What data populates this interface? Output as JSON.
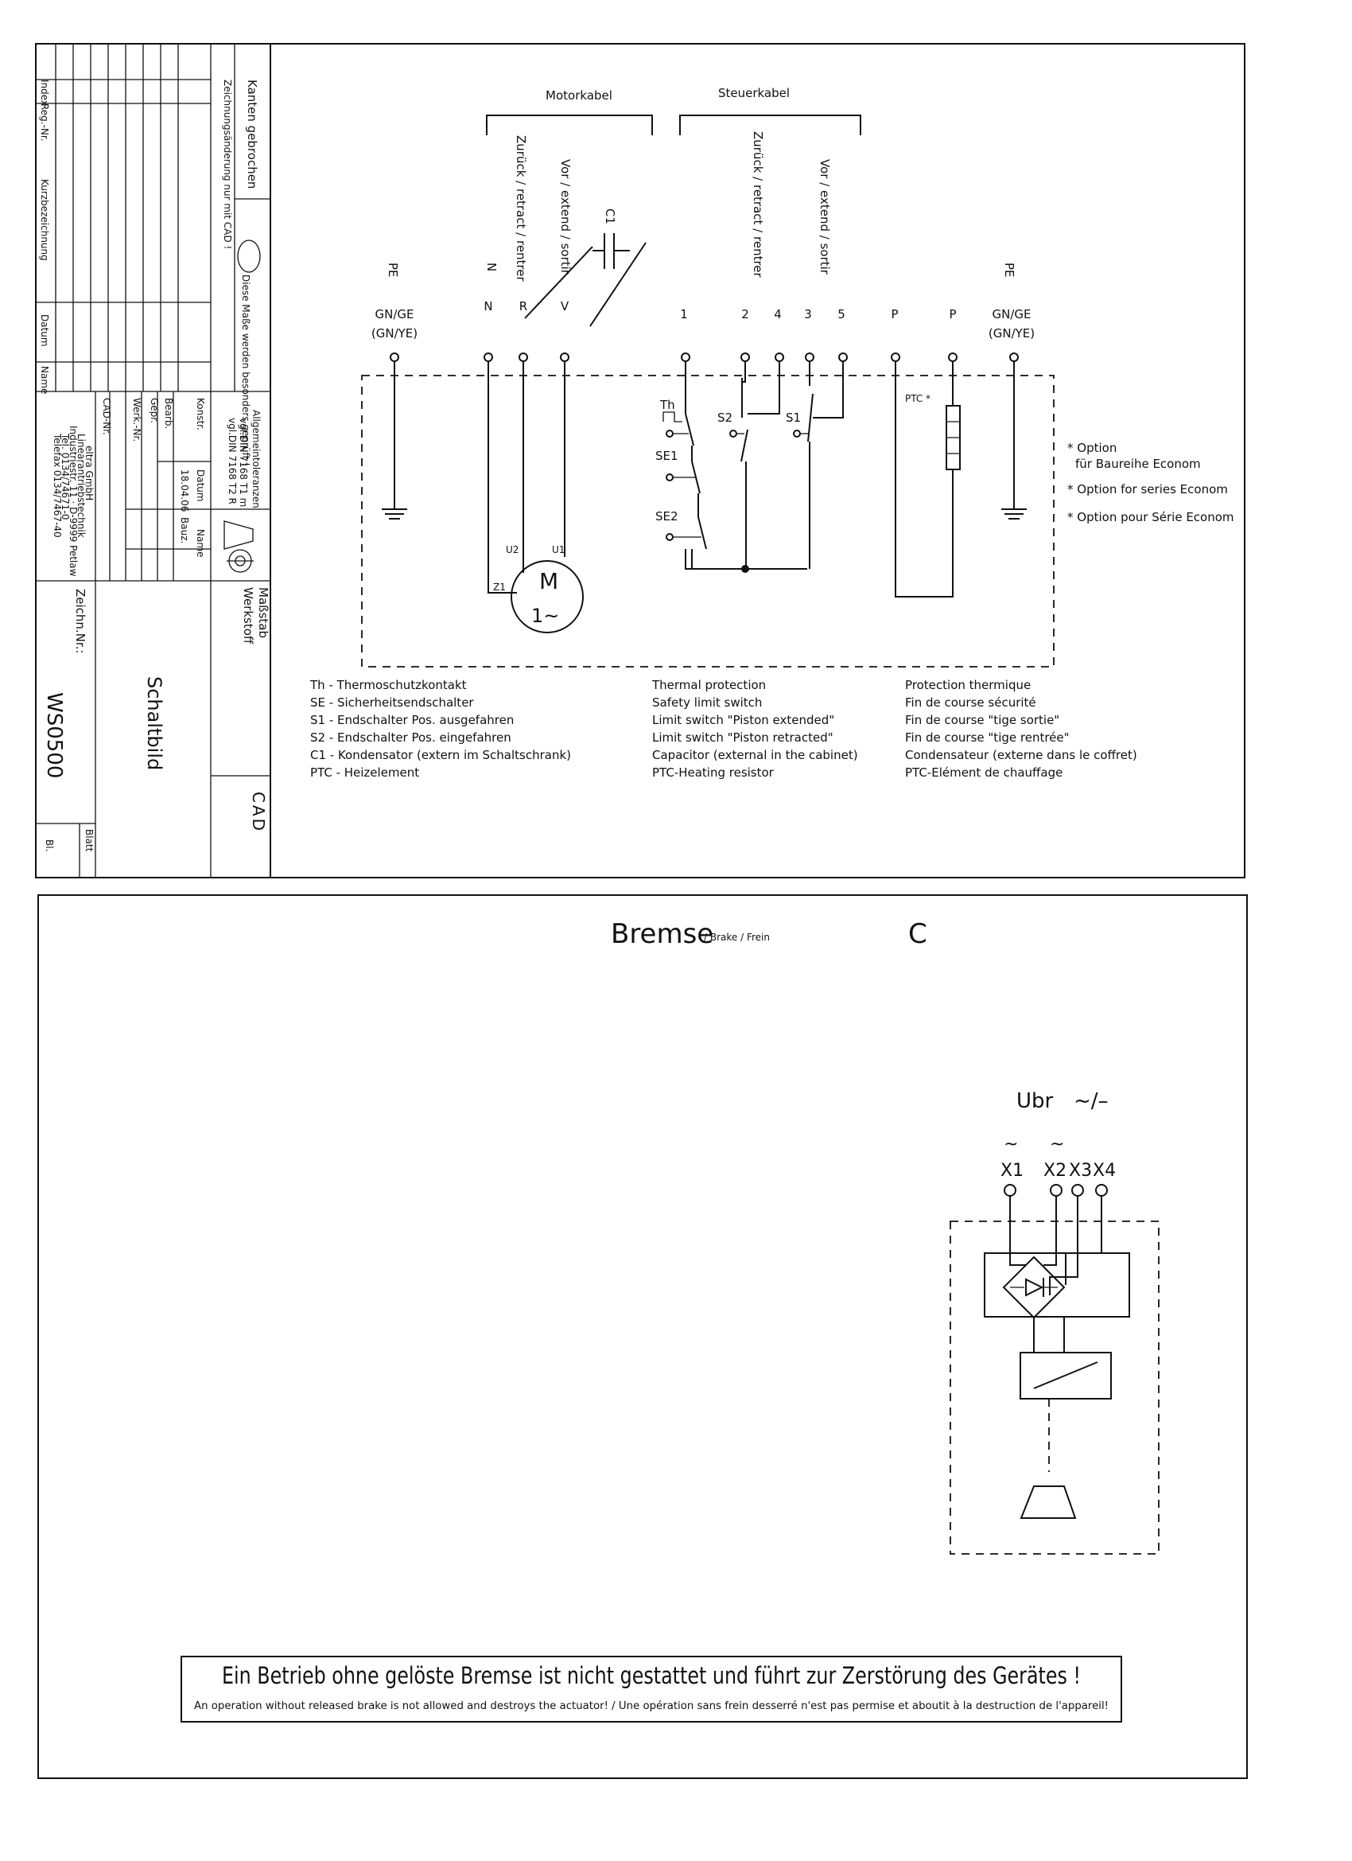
{
  "title_block": {
    "kanten": "Kanten gebrochen",
    "zeichnung_note": "Zeichnungsänderung nur mit CAD !",
    "masse_note": "Diese Maße werden besonders geprüft !",
    "allgemeintoleranzen": "Allgemeintoleranzen",
    "din1": "vgl.DIN 7168 T1 m",
    "din2": "vgl.DIN 7168 T2 R",
    "columns": [
      "Index",
      "Reg.-Nr.",
      "Kurzbezeichnung",
      "Datum",
      "Name"
    ],
    "roles": [
      "CAD-Nr.",
      "Werk.-Nr.",
      "Gepr.",
      "Bearb.",
      "Konstr."
    ],
    "datum_label": "Datum",
    "name_label": "Name",
    "datum_value": "18.04.06",
    "bauz_label": "Bauz.",
    "company": [
      "eltra GmbH",
      "Linearantriebstechnik",
      "Industriestr. 11 · D-9999 Petlaw",
      "Tel. 0134/74671-0",
      "Telefax 0134/7467-40"
    ],
    "massstab": "Maßstab",
    "werkstoff": "Werkstoff",
    "diagram_name": "Schaltbild",
    "zeichnr_label": "Zeichn.Nr.:",
    "zeichnr_value": "WS0500",
    "blatt_label": "Blatt",
    "bl_label": "Bl.",
    "cad_logo": "CAD"
  },
  "motor_diagram": {
    "motorkabel": "Motorkabel",
    "steuerkabel": "Steuerkabel",
    "zuruck_motor": "Zurück / retract / rentrer",
    "vor_motor": "Vor / extend / sortir",
    "zuruck_steuer": "Zurück / retract / rentrer",
    "vor_steuer": "Vor / extend / sortir",
    "c1": "C1",
    "pe_left": "PE",
    "pe_right": "PE",
    "gnge_left": "GN/GE",
    "gnye_left": "(GN/YE)",
    "gnge_right": "GN/GE",
    "gnye_right": "(GN/YE)",
    "terminals": [
      "N",
      "R",
      "V",
      "1",
      "2",
      "4",
      "3",
      "5",
      "P",
      "P"
    ],
    "motor_label_m": "M",
    "motor_label_phase": "1~",
    "u1": "U1",
    "u2": "U2",
    "z1": "Z1",
    "th": "Th",
    "se1": "SE1",
    "se2": "SE2",
    "s1": "S1",
    "s2": "S2",
    "ptc": "PTC *",
    "option_lines": [
      "* Option",
      "für Baureihe Econom",
      "* Option for series Econom",
      "* Option pour Série Econom"
    ]
  },
  "legend": {
    "german": [
      "Th   - Thermoschutzkontakt",
      "SE   - Sicherheitsendschalter",
      "S1   - Endschalter Pos. ausgefahren",
      "S2   - Endschalter Pos. eingefahren",
      "C1   - Kondensator (extern im Schaltschrank)",
      "PTC - Heizelement"
    ],
    "english": [
      "Thermal protection",
      "Safety limit switch",
      "Limit switch \"Piston extended\"",
      "Limit switch \"Piston retracted\"",
      "Capacitor (external in the cabinet)",
      "PTC-Heating resistor"
    ],
    "french": [
      "Protection thermique",
      "Fin de course sécurité",
      "Fin de course \"tige sortie\"",
      "Fin de course \"tige rentrée\"",
      "Condensateur (externe dans le coffret)",
      "PTC-Elément de chauffage"
    ]
  },
  "brake_diagram": {
    "title": "Bremse",
    "subtitle": "/ Brake / Frein",
    "letter": "C",
    "ubr": "Ubr",
    "ubr_symbol": "~/–",
    "tilde1": "~",
    "tilde2": "~",
    "terminals": [
      "X1",
      "X2",
      "X3",
      "X4"
    ]
  },
  "warning": {
    "german": "Ein Betrieb ohne gelöste Bremse ist nicht gestattet und führt zur Zerstörung des Gerätes !",
    "english_french": "An operation without released brake is not allowed and destroys the actuator!  /  Une opération sans frein desserré n'est pas permise  et aboutit à la destruction de l'appareil!"
  }
}
